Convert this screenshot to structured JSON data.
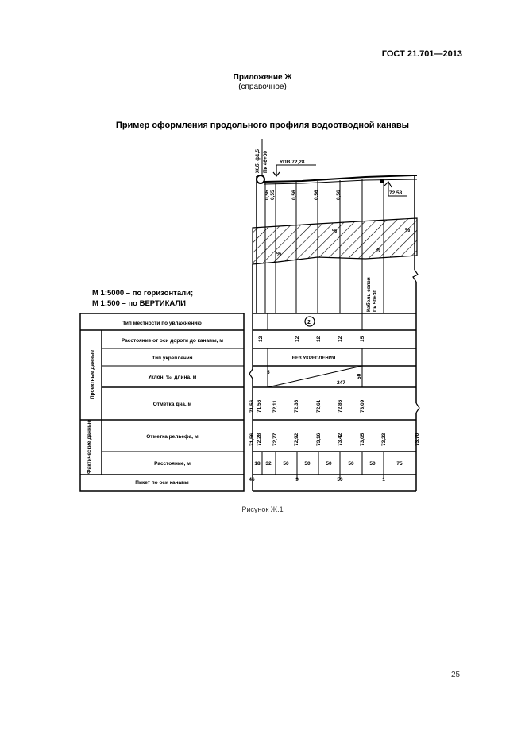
{
  "header": {
    "standard": "ГОСТ 21.701—2013"
  },
  "appendix": {
    "title": "Приложение Ж",
    "subtitle": "(справочное)"
  },
  "figure": {
    "title": "Пример оформления продольного профиля водоотводной канавы",
    "caption": "Рисунок Ж.1",
    "scale_line1": "М 1:5000 – по горизонтали;",
    "scale_line2": "М 1:500 – по ВЕРТИКАЛИ"
  },
  "profile": {
    "top_labels": {
      "well_label": "Ж.б. ф1,5",
      "well_label2": "Пк 46+00",
      "upv": "УПВ 72,28",
      "mark_right": "72,58"
    },
    "depths": [
      "0,56",
      "0,55",
      "0,56",
      "0,56",
      "0,56"
    ],
    "soil_marks": [
      "%",
      "%",
      "%",
      "%"
    ],
    "cable_label1": "Кабель связи",
    "cable_label2": "Пк 50+30"
  },
  "table": {
    "rows": [
      {
        "label": "Тип местности по увлажнению"
      },
      {
        "label": "Расстояние от оси дороги до канавы, м"
      },
      {
        "label": "Тип укрепления"
      },
      {
        "label": "Уклон, ‰, длина, м"
      },
      {
        "label": "Отметка дна, м"
      },
      {
        "label": "Отметка рельефа, м"
      },
      {
        "label": "Расстояние, м"
      },
      {
        "label": "Пикет по оси канавы"
      }
    ],
    "groups": {
      "design": "Проектные данные",
      "actual": "Фактические данные"
    },
    "terrain_type": "②",
    "axis_distances": [
      "12",
      "12",
      "12",
      "12",
      "15"
    ],
    "reinforcement": "БЕЗ УКРЕПЛЕНИЯ",
    "slope": {
      "permille": "5",
      "length": "247",
      "extra": "50"
    },
    "bottom_marks": [
      "71,56",
      "71,56",
      "72,11",
      "72,36",
      "72,61",
      "72,86",
      "73,09"
    ],
    "relief_marks": [
      "71,56",
      "72,28",
      "72,77",
      "72,92",
      "73,16",
      "73,42",
      "73,05",
      "73,23",
      "73,70"
    ],
    "distances": [
      "18",
      "32",
      "50",
      "50",
      "50",
      "50",
      "50",
      "75"
    ],
    "pickets": [
      "46",
      "9",
      "50",
      "1"
    ]
  },
  "page": {
    "number": "25"
  }
}
